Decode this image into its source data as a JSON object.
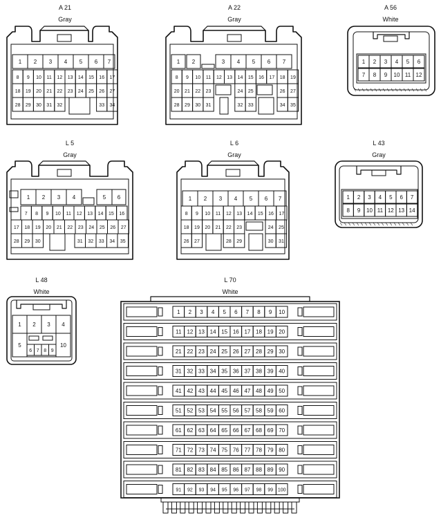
{
  "connectors": [
    {
      "id": "A 21",
      "color": "Gray",
      "rows": [
        [
          "1",
          "2",
          "3",
          "4",
          "5",
          "6",
          "7"
        ],
        [
          "8",
          "9",
          "10",
          "11",
          "12",
          "13",
          "14",
          "15",
          "16",
          "17"
        ],
        [
          "18",
          "19",
          "20",
          "21",
          "22",
          "23",
          "24",
          "25",
          "26",
          "27"
        ],
        [
          "28",
          "29",
          "30",
          "31",
          "32",
          "",
          "",
          "",
          "33",
          "34"
        ]
      ]
    },
    {
      "id": "A 22",
      "color": "Gray",
      "rows": [
        [
          "1",
          "2",
          "",
          "3",
          "4",
          "5",
          "6",
          "7"
        ],
        [
          "8",
          "9",
          "10",
          "11",
          "12",
          "13",
          "14",
          "15",
          "16",
          "17",
          "18",
          "19"
        ],
        [
          "20",
          "21",
          "22",
          "23",
          "",
          "",
          "24",
          "25",
          "",
          "",
          "26",
          "27"
        ],
        [
          "28",
          "29",
          "30",
          "31",
          "",
          "",
          "32",
          "33",
          "",
          "",
          "34",
          "35"
        ]
      ]
    },
    {
      "id": "A 56",
      "color": "White",
      "rows": [
        [
          "1",
          "2",
          "3",
          "4",
          "5",
          "6"
        ],
        [
          "7",
          "8",
          "9",
          "10",
          "11",
          "12"
        ]
      ]
    },
    {
      "id": "L 5",
      "color": "Gray",
      "rows": [
        [
          "1",
          "2",
          "3",
          "4",
          "",
          "5",
          "6"
        ],
        [
          "7",
          "8",
          "9",
          "10",
          "11",
          "12",
          "13",
          "14",
          "15",
          "16"
        ],
        [
          "17",
          "18",
          "19",
          "20",
          "21",
          "22",
          "23",
          "24",
          "25",
          "26",
          "27"
        ],
        [
          "28",
          "29",
          "30",
          "",
          "",
          "31",
          "32",
          "33",
          "34",
          "35"
        ]
      ]
    },
    {
      "id": "L 6",
      "color": "Gray",
      "rows": [
        [
          "1",
          "2",
          "3",
          "4",
          "5",
          "6",
          "7"
        ],
        [
          "8",
          "9",
          "10",
          "11",
          "12",
          "13",
          "14",
          "15",
          "16",
          "17"
        ],
        [
          "18",
          "19",
          "20",
          "21",
          "22",
          "23",
          "",
          "24",
          "25"
        ],
        [
          "26",
          "27",
          "",
          "28",
          "29",
          "",
          "30",
          "31"
        ]
      ]
    },
    {
      "id": "L 43",
      "color": "Gray",
      "rows": [
        [
          "1",
          "2",
          "3",
          "4",
          "5",
          "6",
          "7"
        ],
        [
          "8",
          "9",
          "10",
          "11",
          "12",
          "13",
          "14"
        ]
      ]
    },
    {
      "id": "L 48",
      "color": "White",
      "rows": [
        [
          "1",
          "2",
          "3",
          "4"
        ],
        [
          "5",
          "6",
          "7",
          "8",
          "9",
          "10"
        ]
      ]
    },
    {
      "id": "L 70",
      "color": "White",
      "rows": [
        [
          "1",
          "2",
          "3",
          "4",
          "5",
          "6",
          "7",
          "8",
          "9",
          "10"
        ],
        [
          "11",
          "12",
          "13",
          "14",
          "15",
          "16",
          "17",
          "18",
          "19",
          "20"
        ],
        [
          "21",
          "22",
          "23",
          "24",
          "25",
          "26",
          "27",
          "28",
          "29",
          "30"
        ],
        [
          "31",
          "32",
          "33",
          "34",
          "35",
          "36",
          "37",
          "38",
          "39",
          "40"
        ],
        [
          "41",
          "42",
          "43",
          "44",
          "45",
          "46",
          "47",
          "48",
          "49",
          "50"
        ],
        [
          "51",
          "52",
          "53",
          "54",
          "55",
          "56",
          "57",
          "58",
          "59",
          "60"
        ],
        [
          "61",
          "62",
          "63",
          "64",
          "65",
          "66",
          "67",
          "68",
          "69",
          "70"
        ],
        [
          "71",
          "72",
          "73",
          "74",
          "75",
          "76",
          "77",
          "78",
          "79",
          "80"
        ],
        [
          "81",
          "82",
          "83",
          "84",
          "85",
          "86",
          "87",
          "88",
          "89",
          "90"
        ],
        [
          "91",
          "92",
          "93",
          "94",
          "95",
          "96",
          "97",
          "98",
          "99",
          "100"
        ]
      ]
    }
  ]
}
